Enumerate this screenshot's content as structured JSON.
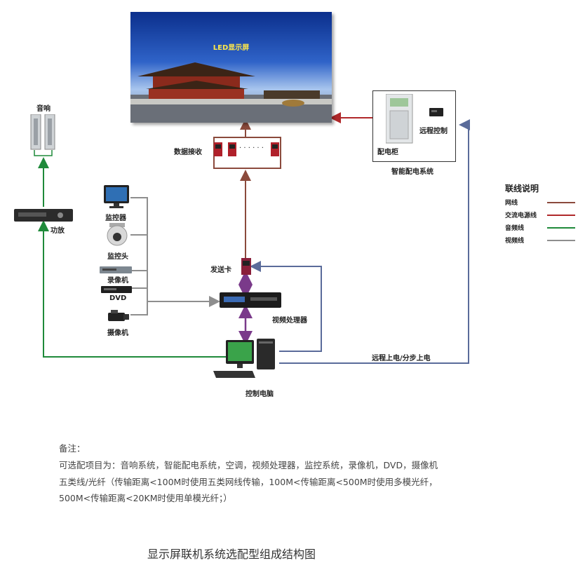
{
  "screen": {
    "label": "LED显示屏"
  },
  "labels": {
    "speaker": "音响",
    "amplifier": "功放",
    "monitor": "监控器",
    "camera_dome": "监控头",
    "recorder": "录像机",
    "dvd": "DVD",
    "camcorder": "摄像机",
    "data_receiver": "数据接收",
    "dots": "· · · · · ·",
    "send_card": "发送卡",
    "video_processor": "视频处理器",
    "control_pc": "控制电脑",
    "power_cabinet": "配电柜",
    "remote_control": "远程控制",
    "smart_power": "智能配电系统",
    "remote_power": "远程上电/分步上电"
  },
  "legend": {
    "title": "联线说明",
    "items": [
      {
        "label": "网线",
        "color": "#8b4a3c"
      },
      {
        "label": "交流电源线",
        "color": "#b0282a"
      },
      {
        "label": "音频线",
        "color": "#1f8a3a"
      },
      {
        "label": "视频线",
        "color": "#8e8e8e"
      }
    ]
  },
  "notes": {
    "line1": "备注：",
    "line2": "可选配项目为：音响系统，智能配电系统，空调，视频处理器，监控系统，录像机，DVD，摄像机",
    "line3": "五类线/光纤（传输距离<100M时使用五类网线传输，100M<传输距离<500M时使用多模光纤，",
    "line4": "500M<传输距离<20KM时使用单模光纤；）"
  },
  "caption": "显示屏联机系统选配型组成结构图",
  "colors": {
    "network": "#8b4a3c",
    "power": "#b0282a",
    "audio": "#1f8a3a",
    "video": "#8e8e8e",
    "control": "#5a6b9a",
    "dvi": "#7a3a8a"
  }
}
